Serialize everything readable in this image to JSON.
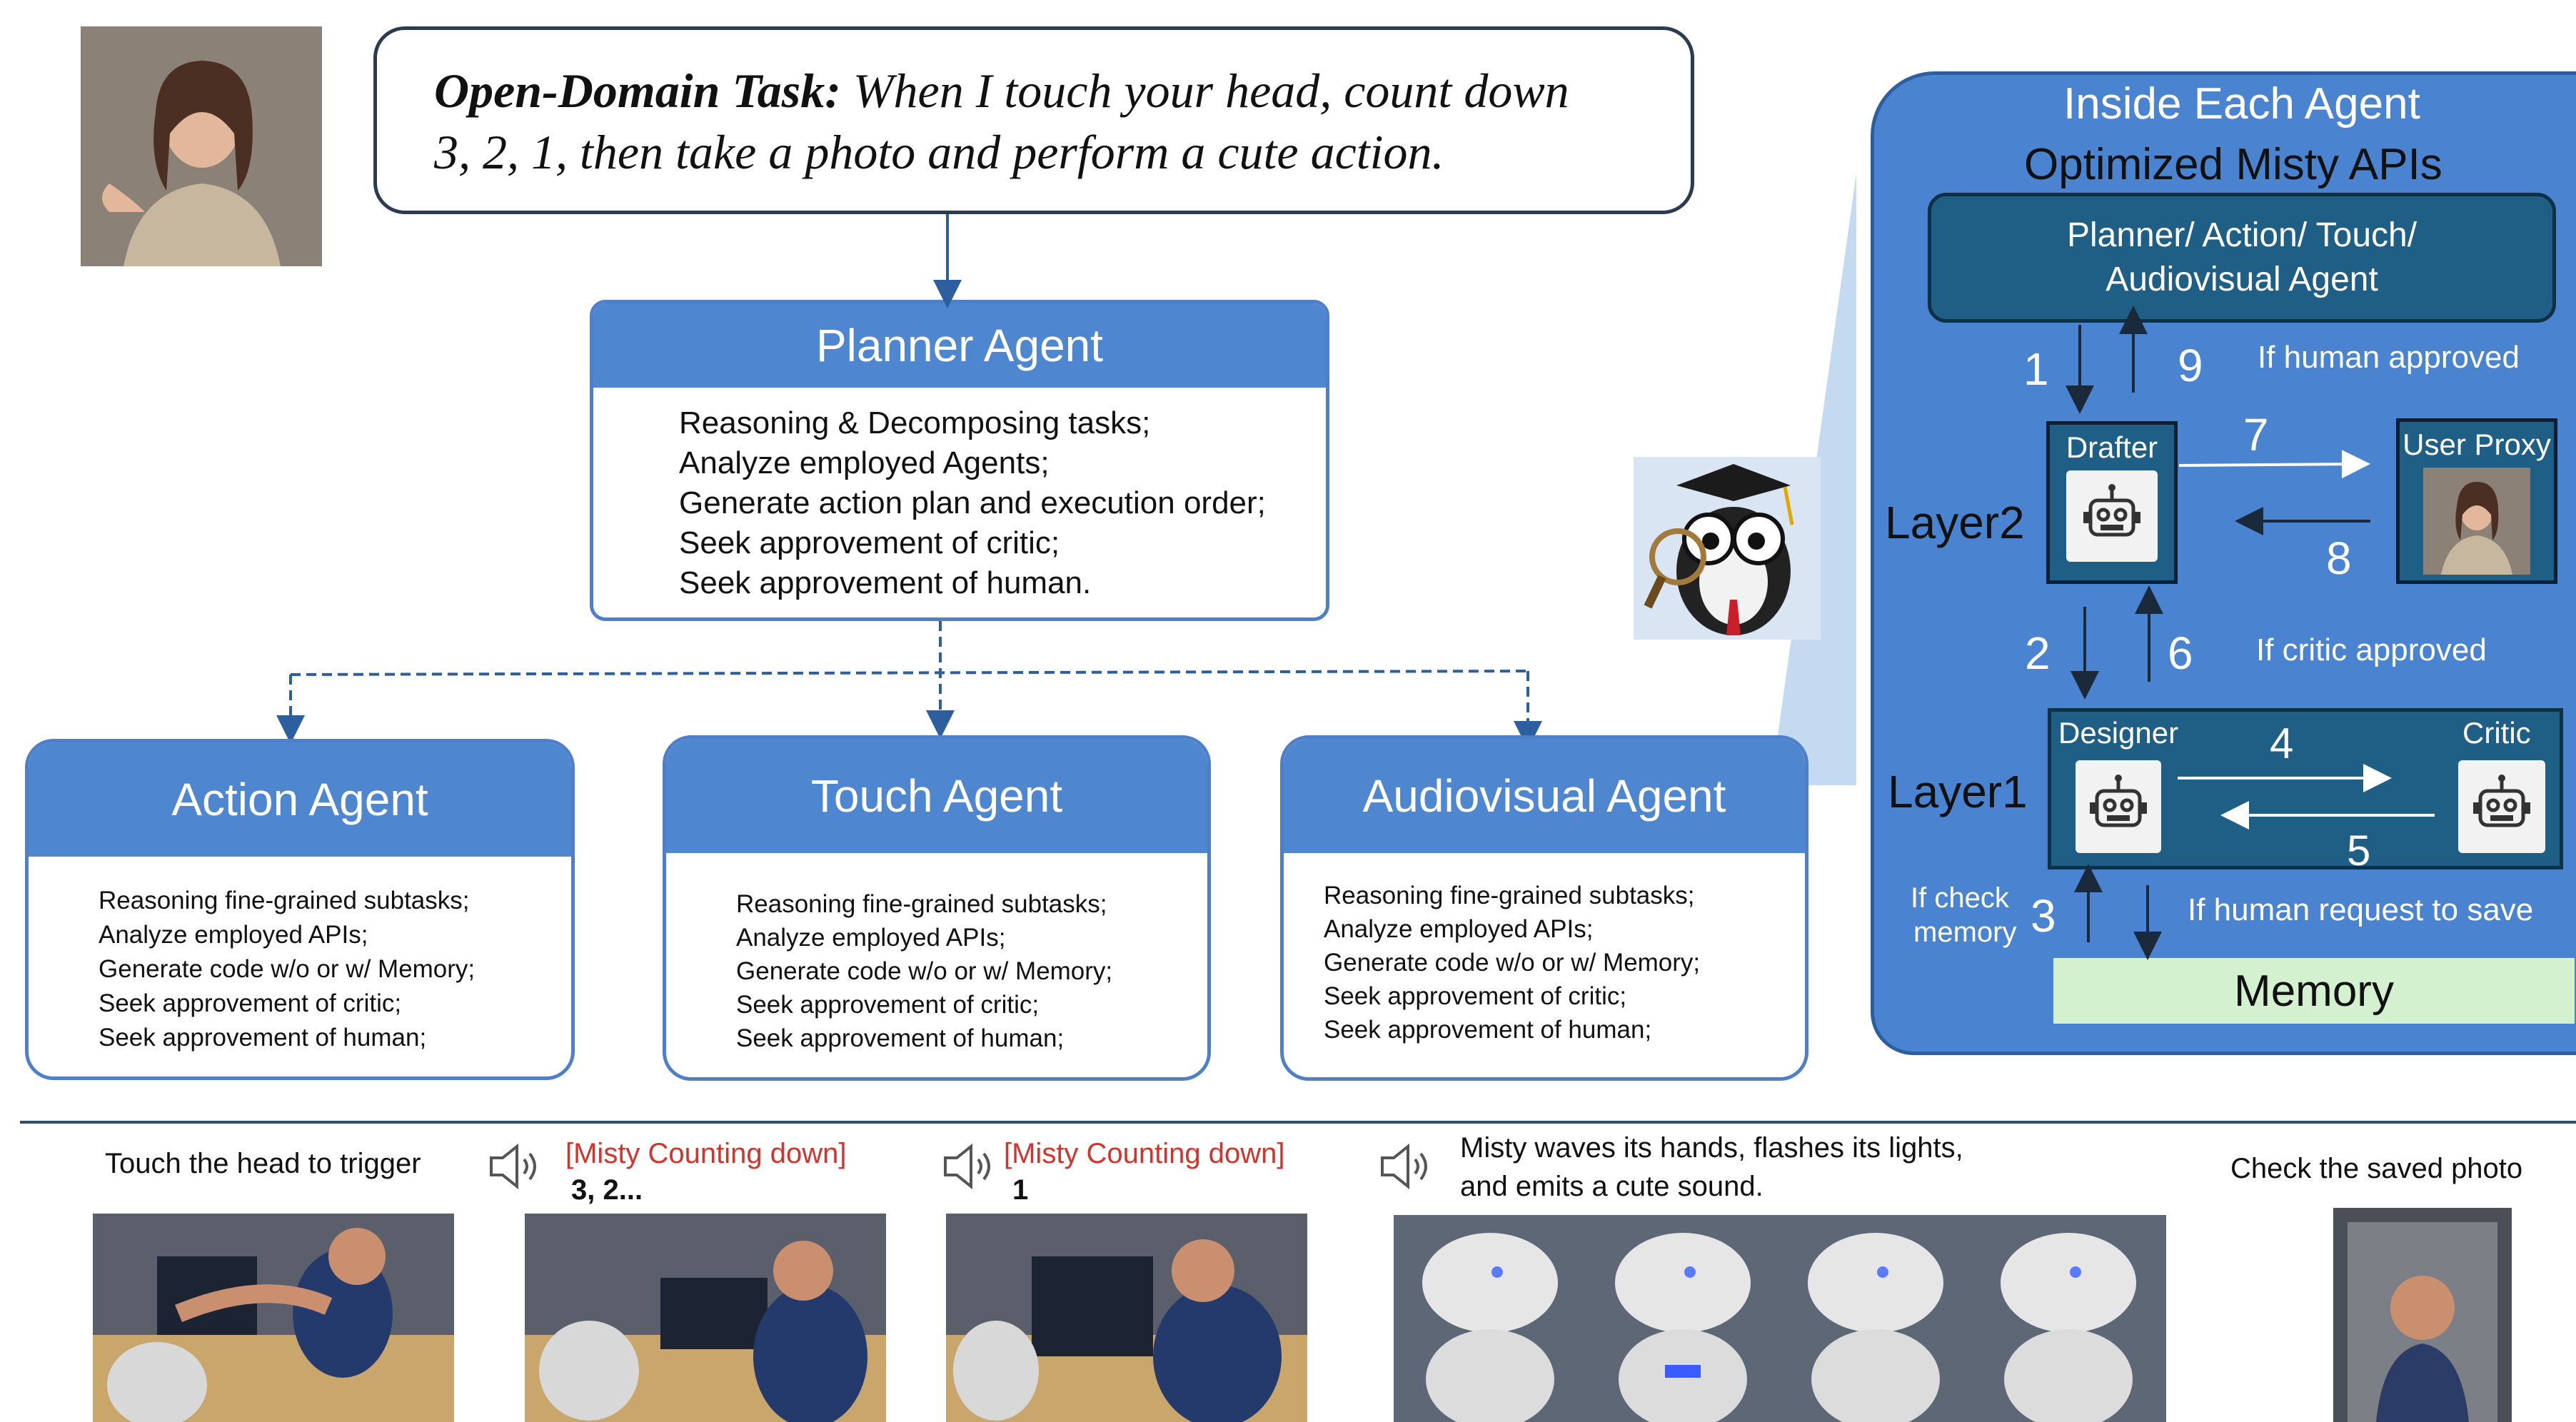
{
  "task": {
    "label": "Open-Domain Task:",
    "line1": "When I touch your head, count down",
    "line2": "3, 2, 1, then take a photo and perform a cute action."
  },
  "planner": {
    "title": "Planner Agent",
    "lines": [
      "Reasoning & Decomposing tasks;",
      "Analyze employed Agents;",
      "Generate action  plan and execution order;",
      "Seek approvement of critic;",
      "Seek approvement of human."
    ]
  },
  "agents": [
    {
      "title": "Action Agent",
      "lines": [
        "Reasoning fine-grained subtasks;",
        "Analyze employed APIs;",
        "Generate code w/o or w/ Memory;",
        "Seek approvement of critic;",
        "Seek approvement of human;"
      ]
    },
    {
      "title": "Touch Agent",
      "lines": [
        "Reasoning fine-grained subtasks;",
        "Analyze employed APIs;",
        "Generate code w/o or w/ Memory;",
        "Seek approvement of critic;",
        "Seek approvement of human;"
      ]
    },
    {
      "title": "Audiovisual Agent",
      "lines": [
        "Reasoning fine-grained subtasks;",
        "Analyze employed APIs;",
        "Generate code w/o or w/ Memory;",
        "Seek approvement of critic;",
        "Seek approvement of human;"
      ]
    }
  ],
  "inside": {
    "title1": "Inside Each Agent",
    "title2": "Optimized Misty APIs",
    "agent_box1": "Planner/ Action/ Touch/",
    "agent_box2": "Audiovisual Agent",
    "n1": "1",
    "n9": "9",
    "human_approved": "If human approved",
    "layer2": "Layer2",
    "drafter": "Drafter",
    "user_proxy": "User Proxy",
    "n7": "7",
    "n8": "8",
    "n2": "2",
    "n6": "6",
    "critic_approved": "If  critic approved",
    "layer1": "Layer1",
    "designer": "Designer",
    "critic": "Critic",
    "n4": "4",
    "n5": "5",
    "check1": "If  check",
    "check2": "memory",
    "n3": "3",
    "human_request": "If human request  to save",
    "memory": "Memory"
  },
  "bottom": {
    "caption1": "Touch the head to trigger",
    "caption2_red": "[Misty Counting down]",
    "caption2_sub": "3, 2...",
    "caption3_red": "[Misty Counting down]",
    "caption3_sub": "1",
    "caption4_line1": "Misty waves its hands, flashes its lights,",
    "caption4_line2": "and emits a cute sound.",
    "caption5": "Check the saved  photo"
  },
  "icons": {
    "speaker": "speaker-icon",
    "robot": "robot-icon",
    "mascot": "owl-detective-icon",
    "avatar": "woman-avatar"
  },
  "colors": {
    "agent_blue": "#4f86d0",
    "panel_blue": "#4a83cf",
    "dark_box": "#1f5f86",
    "memory_green": "#d3f1cf",
    "red_text": "#d0342c"
  }
}
